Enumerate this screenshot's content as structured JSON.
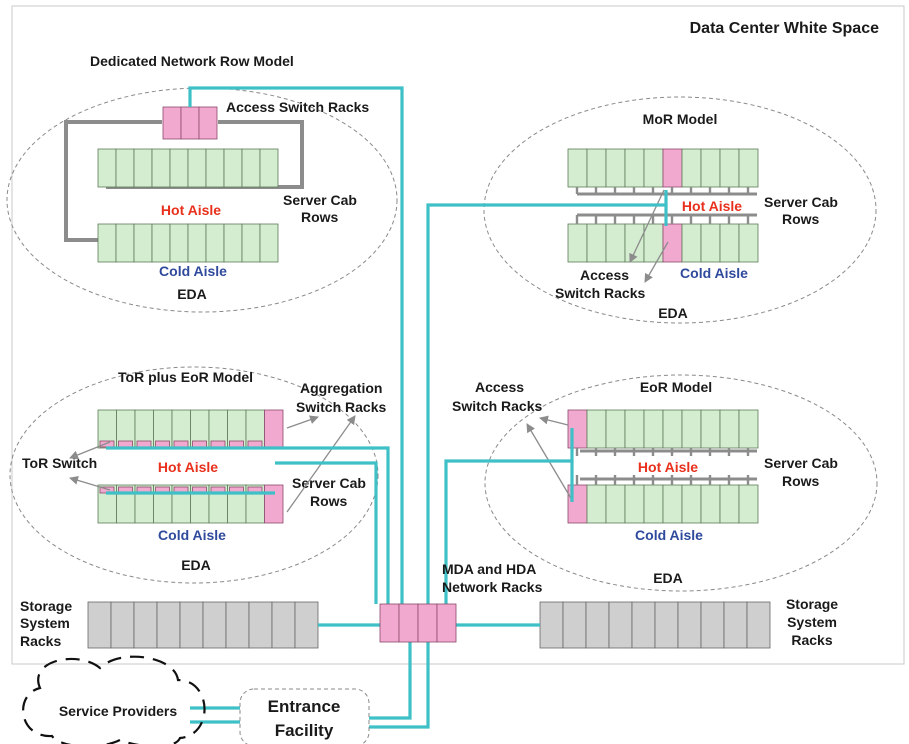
{
  "title": "Data Center White Space",
  "dedicated": {
    "title": "Dedicated Network Row Model",
    "access_label": "Access Switch Racks",
    "hot_aisle": "Hot Aisle",
    "cold_aisle": "Cold Aisle",
    "server_label_1": "Server Cab",
    "server_label_2": "Rows",
    "eda": "EDA"
  },
  "mor": {
    "title": "MoR Model",
    "hot_aisle": "Hot Aisle",
    "cold_aisle": "Cold Aisle",
    "server_label_1": "Server Cab",
    "server_label_2": "Rows",
    "access_label_1": "Access",
    "access_label_2": "Switch Racks",
    "eda": "EDA"
  },
  "tor": {
    "title": "ToR plus EoR Model",
    "agg_label_1": "Aggregation",
    "agg_label_2": "Switch Racks",
    "tor_switch": "ToR Switch",
    "hot_aisle": "Hot Aisle",
    "cold_aisle": "Cold Aisle",
    "server_label_1": "Server Cab",
    "server_label_2": "Rows",
    "eda": "EDA"
  },
  "eor": {
    "title": "EoR Model",
    "access_label_1": "Access",
    "access_label_2": "Switch Racks",
    "hot_aisle": "Hot Aisle",
    "cold_aisle": "Cold Aisle",
    "server_label_1": "Server Cab",
    "server_label_2": "Rows",
    "eda": "EDA"
  },
  "mda": {
    "label_1": "MDA and HDA",
    "label_2": "Network Racks"
  },
  "storage_left": {
    "label_1": "Storage",
    "label_2": "System",
    "label_3": "Racks"
  },
  "storage_right": {
    "label_1": "Storage",
    "label_2": "System",
    "label_3": "Racks"
  },
  "service_providers": "Service Providers",
  "entrance": {
    "label_1": "Entrance",
    "label_2": "Facility"
  }
}
